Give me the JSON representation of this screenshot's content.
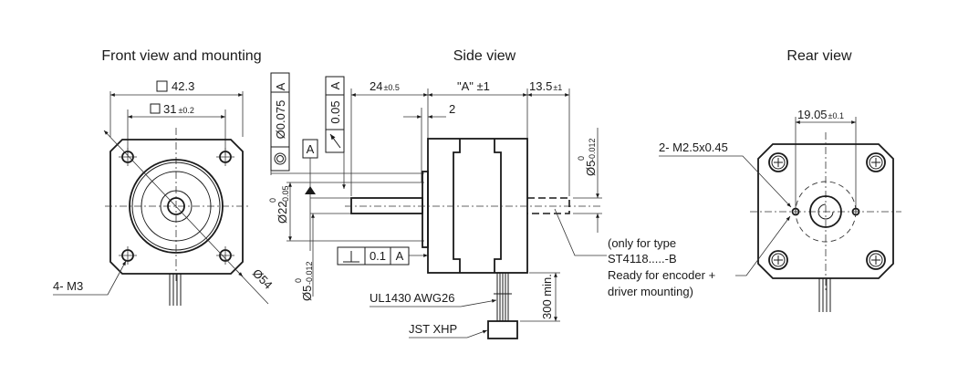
{
  "views": {
    "front": {
      "title": "Front view and mounting",
      "dim_square_outer": "42.3",
      "dim_square_inner": "31",
      "dim_square_inner_tol": "±0.2",
      "dim_diameter": "Ø54",
      "mount_holes": "4- M3"
    },
    "side": {
      "title": "Side view",
      "dim_shaft_len": "24",
      "dim_shaft_len_tol": "±0.5",
      "dim_body_len": "\"A\" ±1",
      "dim_rear_shaft": "13.5",
      "dim_rear_shaft_tol": "±1",
      "dim_flange": "2",
      "dim_boss_diam": "Ø22",
      "dim_boss_tol_upper": "0",
      "dim_boss_tol_lower": "-0.05",
      "dim_shaft_diam": "Ø5",
      "dim_shaft_tol_upper": "0",
      "dim_shaft_tol_lower": "-0.012",
      "dim_rear_shaft_diam": "Ø5",
      "dim_rear_shaft_tol_upper": "0",
      "dim_rear_shaft_tol_lower": "-0.012",
      "datum": "A",
      "gdt_concentricity": {
        "value": "Ø0.075",
        "datum": "A"
      },
      "gdt_runout": {
        "value": "0.05",
        "datum": "A"
      },
      "gdt_perpendicularity": {
        "value": "0.1",
        "datum": "A"
      },
      "cable_label": "UL1430  AWG26",
      "cable_length": "300 min.",
      "connector_label": "JST XHP",
      "note_lines": [
        "(only for type",
        "ST4118.....-B",
        "Ready for encoder +",
        "driver mounting)"
      ]
    },
    "rear": {
      "title": "Rear view",
      "dim_hole_spacing": "19.05",
      "dim_hole_spacing_tol": "±0.1",
      "thread_holes": "2- M2.5x0.45"
    }
  }
}
